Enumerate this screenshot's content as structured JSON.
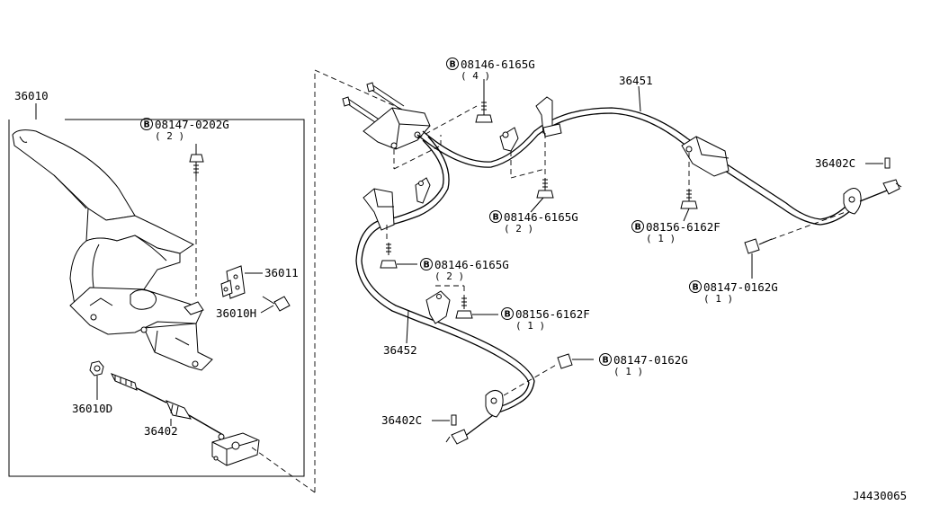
{
  "diagram_id": "J4430065",
  "parts": {
    "p36010": "36010",
    "p36011": "36011",
    "p36010H": "36010H",
    "p36010D": "36010D",
    "p36402_left": "36402",
    "p36451": "36451",
    "p36452": "36452",
    "p36402C_right": "36402C",
    "p36402C_bottom": "36402C"
  },
  "fasteners": {
    "f1": {
      "mark": "B",
      "part_no": "08147-0202G",
      "qty": "( 2 )"
    },
    "f2": {
      "mark": "B",
      "part_no": "08146-6165G",
      "qty": "( 4 )"
    },
    "f3": {
      "mark": "B",
      "part_no": "08146-6165G",
      "qty": "( 2 )"
    },
    "f4": {
      "mark": "B",
      "part_no": "08156-6162F",
      "qty": "( 1 )"
    },
    "f5": {
      "mark": "B",
      "part_no": "08146-6165G",
      "qty": "( 2 )"
    },
    "f6": {
      "mark": "B",
      "part_no": "08156-6162F",
      "qty": "( 1 )"
    },
    "f7": {
      "mark": "B",
      "part_no": "08147-0162G",
      "qty": "( 1 )"
    },
    "f8": {
      "mark": "B",
      "part_no": "08147-0162G",
      "qty": "( 1 )"
    }
  }
}
